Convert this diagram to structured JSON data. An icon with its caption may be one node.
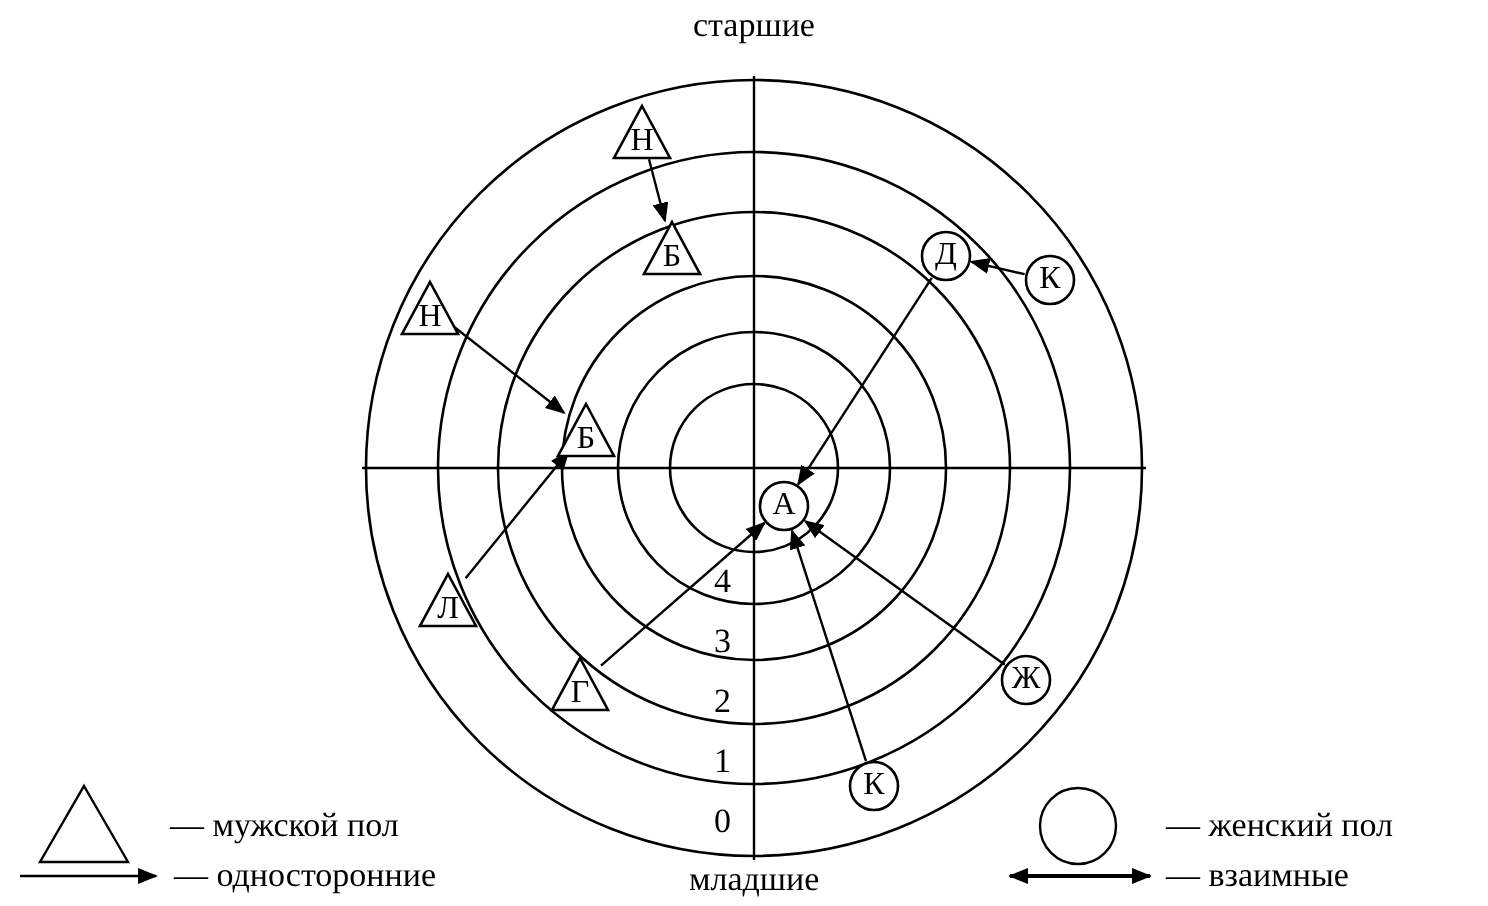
{
  "diagram": {
    "nodes": [
      {
        "text": [
          "Н"
        ]
      },
      {
        "text": [
          "Б"
        ]
      },
      {
        "text": [
          "Д"
        ]
      },
      {
        "text": [
          "К"
        ]
      },
      {
        "text": [
          "Н"
        ]
      },
      {
        "text": [
          "Б"
        ]
      },
      {
        "text": [
          "А"
        ]
      },
      {
        "text": [
          "Л"
        ]
      },
      {
        "text": [
          "Г"
        ]
      },
      {
        "text": [
          "Ж"
        ]
      },
      {
        "text": [
          "К"
        ]
      }
    ],
    "edges": [
      {
        "from": 0,
        "to": 1,
        "arrow": "to"
      },
      {
        "from": 3,
        "to": 2,
        "arrow": "to"
      },
      {
        "from": 2,
        "to": 6,
        "arrow": "to"
      },
      {
        "from": 4,
        "to": 5,
        "arrow": "to"
      },
      {
        "from": 7,
        "to": 5,
        "arrow": "to"
      },
      {
        "from": 8,
        "to": 6,
        "arrow": "to"
      },
      {
        "from": 10,
        "to": 6,
        "arrow": "to"
      },
      {
        "from": 9,
        "to": 6,
        "arrow": "to"
      }
    ],
    "labels": [
      "старшие",
      "младшие",
      "0",
      "1",
      "2",
      "3",
      "4"
    ],
    "legend": [
      {
        "text": "— мужской пол"
      },
      {
        "text": "— женский пол"
      },
      {
        "text": "— односторонние"
      },
      {
        "text": "— взаимные"
      }
    ]
  }
}
